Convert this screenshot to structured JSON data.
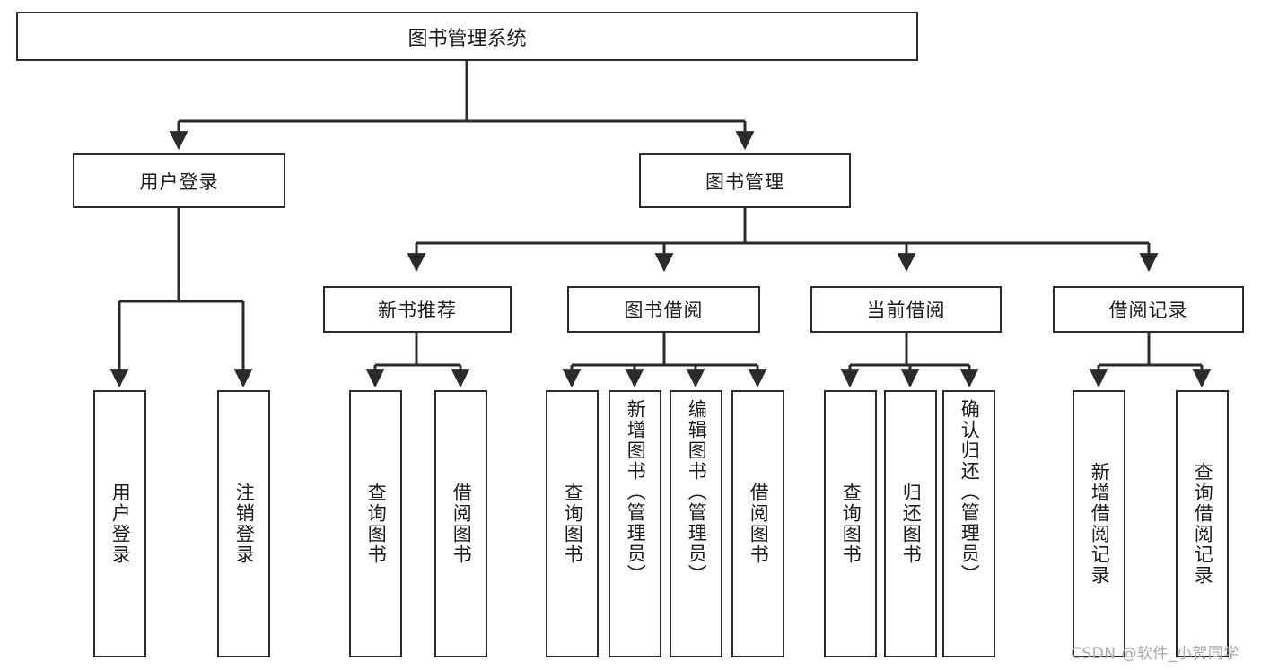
{
  "diagram": {
    "title": "图书管理系统",
    "type": "tree-hierarchy",
    "theme": {
      "stroke": "#2b2b2b",
      "fill": "#ffffff",
      "text": "#1b1b1b",
      "watermark_color": "#a9a9a9"
    },
    "root": {
      "label": "图书管理系统"
    },
    "level2": [
      {
        "label": "用户登录"
      },
      {
        "label": "图书管理"
      }
    ],
    "level3": [
      {
        "label": "新书推荐"
      },
      {
        "label": "图书借阅"
      },
      {
        "label": "当前借阅"
      },
      {
        "label": "借阅记录"
      }
    ],
    "leaves": {
      "user_login": [
        {
          "label": "用户登录",
          "align": "center"
        },
        {
          "label": "注销登录",
          "align": "center"
        }
      ],
      "new_book": [
        {
          "label": "查询图书",
          "align": "center"
        },
        {
          "label": "借阅图书",
          "align": "center"
        }
      ],
      "book_borrow": [
        {
          "label": "查询图书",
          "align": "center"
        },
        {
          "label": "新增图书（管理员）",
          "align": "top"
        },
        {
          "label": "编辑图书（管理员）",
          "align": "top"
        },
        {
          "label": "借阅图书",
          "align": "center"
        }
      ],
      "current_borrow": [
        {
          "label": "查询图书",
          "align": "center"
        },
        {
          "label": "归还图书",
          "align": "center"
        },
        {
          "label": "确认归还（管理员）",
          "align": "top"
        }
      ],
      "borrow_record": [
        {
          "label": "新增借阅记录",
          "align": "center"
        },
        {
          "label": "查询借阅记录",
          "align": "center"
        }
      ]
    },
    "watermark": "CSDN @软件_小贺同学"
  }
}
